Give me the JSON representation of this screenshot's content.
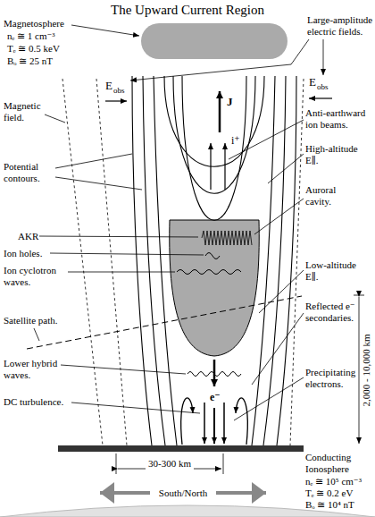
{
  "diagram": {
    "title": "The Upward Current Region",
    "labels": [
      "Magnetosphere",
      "nₑ ≅ 1 cm⁻³",
      "Tₑ ≅ 0.5 keV",
      "Bₒ ≅ 25 nT",
      "Large-amplitude electric fields.",
      "E",
      "obs",
      "E",
      "obs",
      "J",
      "Magnetic field.",
      "Anti-earthward ion beams.",
      "i⁺",
      "High-altitude E∥.",
      "Potential contours.",
      "Auroral cavity.",
      "AKR",
      "Ion holes.",
      "Ion cyclotron waves.",
      "Low-altitude E∥.",
      "Satellite path.",
      "Reflected e⁻ secondaries.",
      "Lower hybrid waves.",
      "e⁻",
      "2,000 - 10,000 km",
      "Precipitating electrons.",
      "DC turbulence.",
      "Conducting Ionosphere",
      "nₑ ≅ 10⁵ cm⁻³",
      "Tₑ ≅ 0.2 eV",
      "Bₒ ≅ 10⁴ nT",
      "30-300 km",
      "South/North"
    ]
  }
}
